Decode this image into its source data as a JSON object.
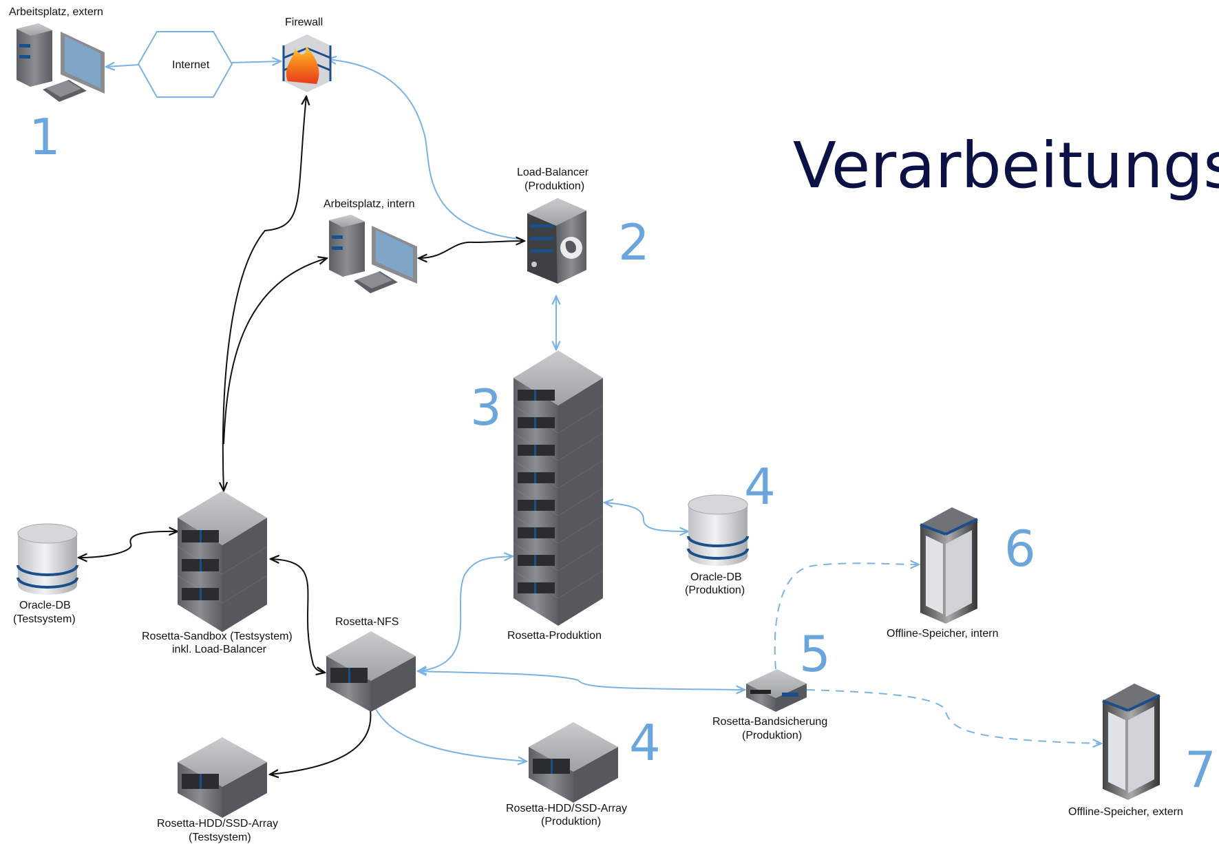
{
  "title": "Verarbeitungss",
  "colors": {
    "title": "#0c1145",
    "step_number": "#6aa6dc",
    "link_blue": "#7ab3e3",
    "link_black": "#111111"
  },
  "nodes": {
    "ws_external": {
      "label": "Arbeitsplatz, extern",
      "icon": "workstation-icon",
      "step": "1"
    },
    "internet": {
      "label": "Internet",
      "icon": "hexagon-cloud-icon"
    },
    "firewall": {
      "label": "Firewall",
      "icon": "firewall-icon"
    },
    "ws_internal": {
      "label": "Arbeitsplatz, intern",
      "icon": "workstation-icon"
    },
    "load_balancer": {
      "label_line1": "Load-Balancer",
      "label_line2": "(Produktion)",
      "icon": "server-tower-icon",
      "step": "2"
    },
    "rosetta_prod": {
      "label": "Rosetta-Produktion",
      "icon": "rack-server-stack-icon",
      "step": "3"
    },
    "oracle_prod": {
      "label_line1": "Oracle-DB",
      "label_line2": "(Produktion)",
      "icon": "database-icon",
      "step": "4"
    },
    "sandbox": {
      "label_line1": "Rosetta-Sandbox (Testsystem)",
      "label_line2": "inkl. Load-Balancer",
      "icon": "rack-server-stack-icon"
    },
    "oracle_test": {
      "label_line1": "Oracle-DB",
      "label_line2": "(Testsystem)",
      "icon": "database-icon"
    },
    "nfs": {
      "label": "Rosetta-NFS",
      "icon": "rack-server-icon"
    },
    "array_test": {
      "label_line1": "Rosetta-HDD/SSD-Array",
      "label_line2": "(Testsystem)",
      "icon": "rack-server-icon"
    },
    "array_prod": {
      "label_line1": "Rosetta-HDD/SSD-Array",
      "label_line2": "(Produktion)",
      "icon": "rack-server-icon",
      "step": "4"
    },
    "tape": {
      "label_line1": "Rosetta-Bandsicherung",
      "label_line2": "(Produktion)",
      "icon": "tape-drive-icon",
      "step": "5"
    },
    "offline_intern": {
      "label": "Offline-Speicher, intern",
      "icon": "storage-cabinet-icon",
      "step": "6"
    },
    "offline_extern": {
      "label": "Offline-Speicher, extern",
      "icon": "storage-cabinet-icon",
      "step": "7"
    }
  },
  "edges": [
    {
      "from": "internet",
      "to": "ws_external",
      "style": "blue"
    },
    {
      "from": "internet",
      "to": "firewall",
      "style": "blue"
    },
    {
      "from": "load_balancer",
      "to": "firewall",
      "style": "blue"
    },
    {
      "from": "ws_internal",
      "to": "load_balancer",
      "style": "black"
    },
    {
      "from": "load_balancer",
      "to": "rosetta_prod",
      "style": "blue"
    },
    {
      "from": "sandbox",
      "to": "firewall",
      "style": "black"
    },
    {
      "from": "sandbox",
      "to": "ws_internal",
      "style": "black"
    },
    {
      "from": "sandbox",
      "to": "oracle_test",
      "style": "black"
    },
    {
      "from": "sandbox",
      "to": "nfs",
      "style": "black"
    },
    {
      "from": "nfs",
      "to": "array_test",
      "style": "black"
    },
    {
      "from": "nfs",
      "to": "rosetta_prod",
      "style": "blue"
    },
    {
      "from": "rosetta_prod",
      "to": "oracle_prod",
      "style": "blue"
    },
    {
      "from": "nfs",
      "to": "array_prod",
      "style": "blue"
    },
    {
      "from": "nfs",
      "to": "tape",
      "style": "blue"
    },
    {
      "from": "tape",
      "to": "offline_intern",
      "style": "dashed"
    },
    {
      "from": "tape",
      "to": "offline_extern",
      "style": "dashed"
    }
  ]
}
